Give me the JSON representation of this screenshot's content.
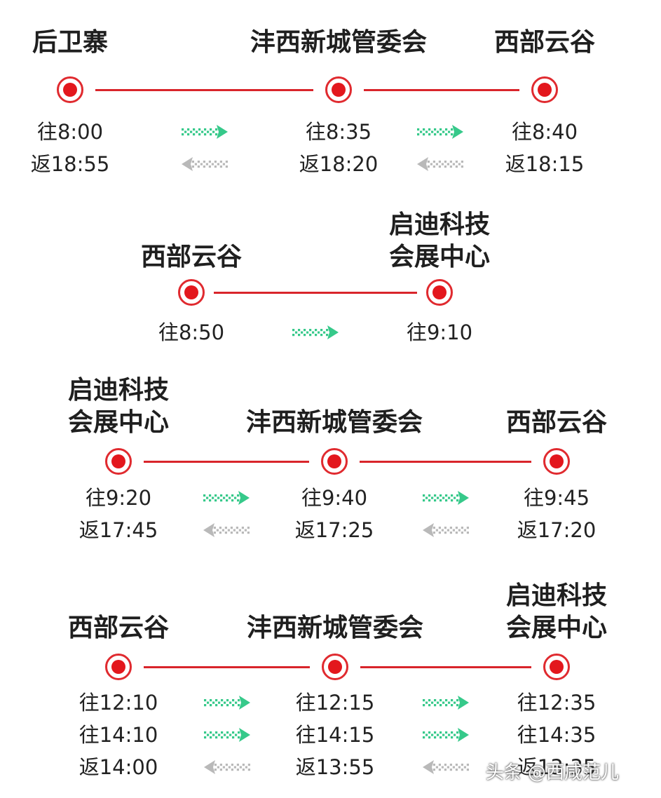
{
  "sections": [
    {
      "stops": [
        "后卫寨",
        "沣西新城管委会",
        "西部云谷"
      ],
      "times": [
        [
          "往8:00",
          "返18:55"
        ],
        [
          "往8:35",
          "返18:20"
        ],
        [
          "往8:40",
          "返18:15"
        ]
      ],
      "arrows": [
        [
          "forward",
          "back"
        ],
        [
          "forward",
          "back"
        ]
      ]
    },
    {
      "stops": [
        "西部云谷",
        "启迪科技\n会展中心"
      ],
      "times": [
        [
          "往8:50"
        ],
        [
          "往9:10"
        ]
      ],
      "arrows": [
        [
          "forward"
        ]
      ]
    },
    {
      "stops": [
        "启迪科技\n会展中心",
        "沣西新城管委会",
        "西部云谷"
      ],
      "times": [
        [
          "往9:20",
          "返17:45"
        ],
        [
          "往9:40",
          "返17:25"
        ],
        [
          "往9:45",
          "返17:20"
        ]
      ],
      "arrows": [
        [
          "forward",
          "back"
        ],
        [
          "forward",
          "back"
        ]
      ]
    },
    {
      "stops": [
        "西部云谷",
        "沣西新城管委会",
        "启迪科技\n会展中心"
      ],
      "times": [
        [
          "往12:10",
          "往14:10",
          "返14:00"
        ],
        [
          "往12:15",
          "往14:15",
          "返13:55"
        ],
        [
          "往12:35",
          "往14:35",
          "返13:35"
        ]
      ],
      "arrows": [
        [
          "forward",
          "forward",
          "back"
        ],
        [
          "forward",
          "forward",
          "back"
        ]
      ]
    }
  ],
  "watermark": "头条 @西咸范儿",
  "colors": {
    "line": "#d9252b",
    "node": "#e3171d",
    "arrow_forward": "#36c98a",
    "arrow_back": "#b9b9b9"
  }
}
